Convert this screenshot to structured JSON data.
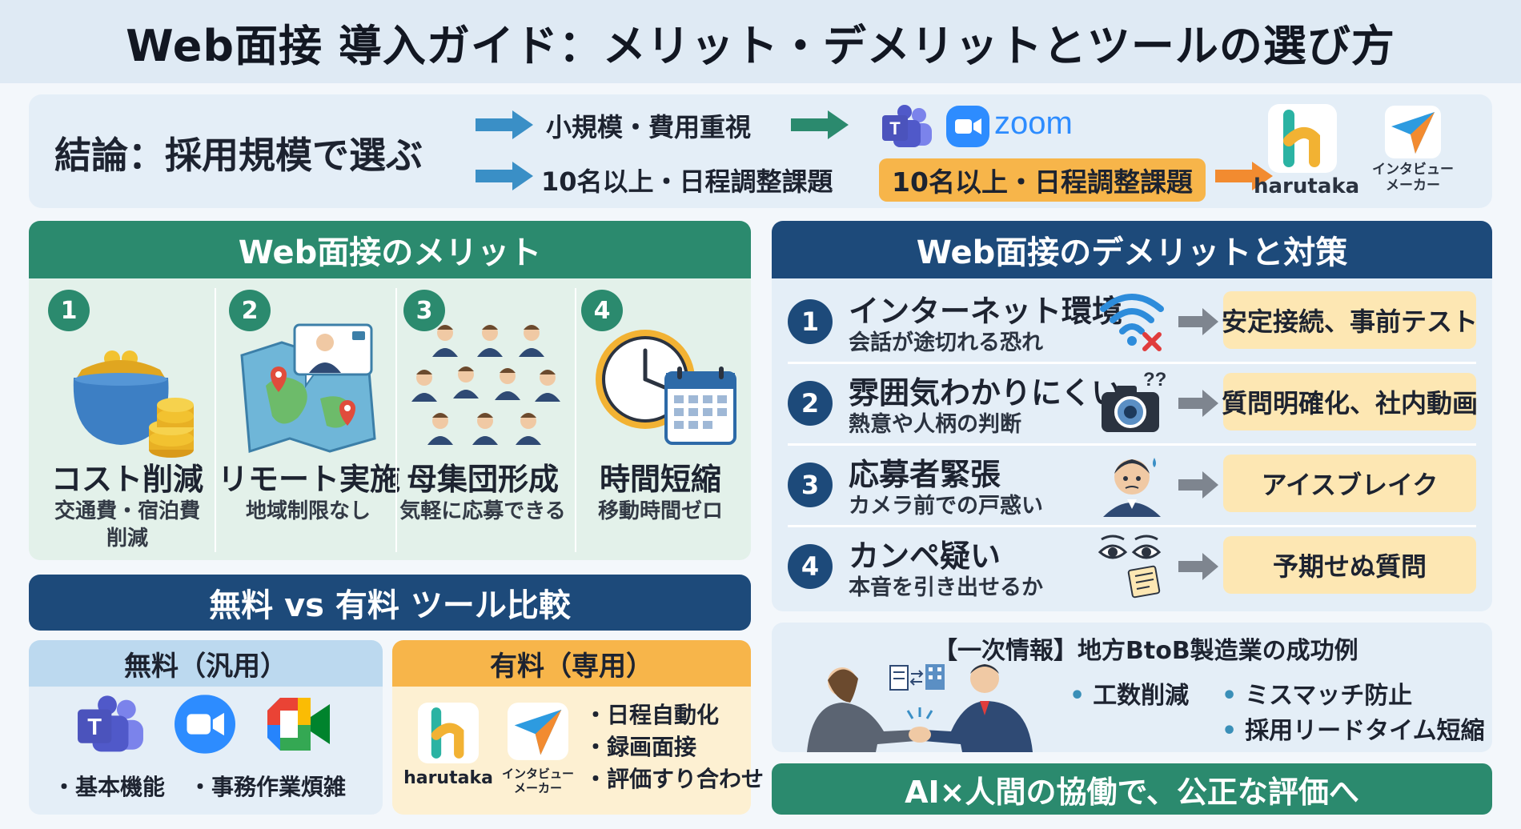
{
  "title": "Web面接 導入ガイド：メリット・デメリットとツールの選び方",
  "conclusion": {
    "label": "結論：採用規模で選ぶ",
    "row1": "小規模・費用重視",
    "row2": "10名以上・日程調整課題",
    "row2_highlight": "10名以上・日程調整課題",
    "zoom_text": "zoom",
    "harutaka": "harutaka",
    "interview_maker": [
      "インタビュー",
      "メーカー"
    ]
  },
  "merits": {
    "header": "Web面接のメリット",
    "items": [
      {
        "num": "1",
        "title": "コスト削減",
        "sub": "交通費・宿泊費削減",
        "icon": "coin-purse-icon"
      },
      {
        "num": "2",
        "title": "リモート実施",
        "sub": "地域制限なし",
        "icon": "map-video-icon"
      },
      {
        "num": "3",
        "title": "母集団形成",
        "sub": "気軽に応募できる",
        "icon": "people-group-icon"
      },
      {
        "num": "4",
        "title": "時間短縮",
        "sub": "移動時間ゼロ",
        "icon": "clock-calendar-icon"
      }
    ]
  },
  "comparison": {
    "header": "無料 vs 有料 ツール比較",
    "free": {
      "header": "無料（汎用）",
      "notes": [
        "基本機能",
        "事務作業煩雑"
      ]
    },
    "paid": {
      "header": "有料（専用）",
      "harutaka": "harutaka",
      "interview_maker": [
        "インタビュー",
        "メーカー"
      ],
      "features": [
        "日程自動化",
        "録画面接",
        "評価すり合わせ"
      ]
    }
  },
  "demerits": {
    "header": "Web面接のデメリットと対策",
    "items": [
      {
        "num": "1",
        "title": "インターネット環境",
        "sub": "会話が途切れる恐れ",
        "fix": "安定接続、事前テスト",
        "icon": "wifi-error-icon"
      },
      {
        "num": "2",
        "title": "雰囲気わかりにくい",
        "sub": "熱意や人柄の判断",
        "fix": "質問明確化、社内動画",
        "icon": "camera-question-icon"
      },
      {
        "num": "3",
        "title": "応募者緊張",
        "sub": "カメラ前での戸惑い",
        "fix": "アイスブレイク",
        "icon": "nervous-person-icon"
      },
      {
        "num": "4",
        "title": "カンペ疑い",
        "sub": "本音を引き出せるか",
        "fix": "予期せぬ質問",
        "icon": "eyes-note-icon"
      }
    ]
  },
  "case": {
    "title": "【一次情報】地方BtoB製造業の成功例",
    "bullets": [
      "工数削減",
      "ミスマッチ防止",
      "採用リードタイム短縮"
    ]
  },
  "footer": "AI×人間の協働で、公正な評価へ",
  "colors": {
    "green": "#2b8a6e",
    "navy": "#1d4a7a",
    "orange": "#f7b54a",
    "free_head": "#bcd9ef",
    "paid_head": "#f7b54a"
  }
}
